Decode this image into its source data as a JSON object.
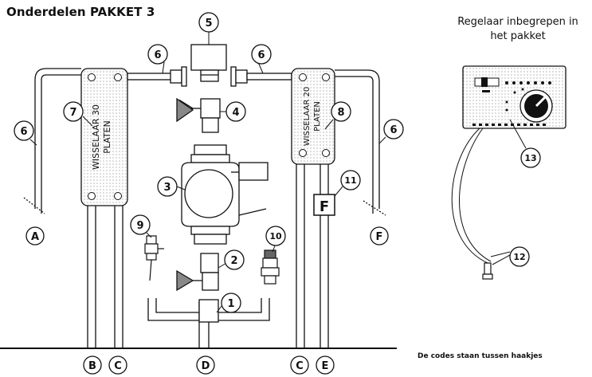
{
  "title": "Onderdelen PAKKET 3",
  "controller_caption": {
    "line1": "Regelaar inbegrepen in",
    "line2": "het pakket"
  },
  "footnote": "De codes staan tussen haakjes",
  "exchanger_left": {
    "line1": "WISSELAAR 30",
    "line2": "PLATEN"
  },
  "exchanger_right": {
    "line1": "WISSELAAR 20",
    "line2": "PLATEN"
  },
  "flow_box": "F",
  "callouts": {
    "c1": "1",
    "c2": "2",
    "c3": "3",
    "c4": "4",
    "c5": "5",
    "c6a": "6",
    "c6b": "6",
    "c6c": "6",
    "c6d": "6",
    "c7": "7",
    "c8": "8",
    "c9": "9",
    "c10": "10",
    "c11": "11",
    "c12": "12",
    "c13": "13"
  },
  "connections": {
    "A": "A",
    "B": "B",
    "C1": "C",
    "D": "D",
    "C2": "C",
    "E": "E",
    "F": "F"
  }
}
